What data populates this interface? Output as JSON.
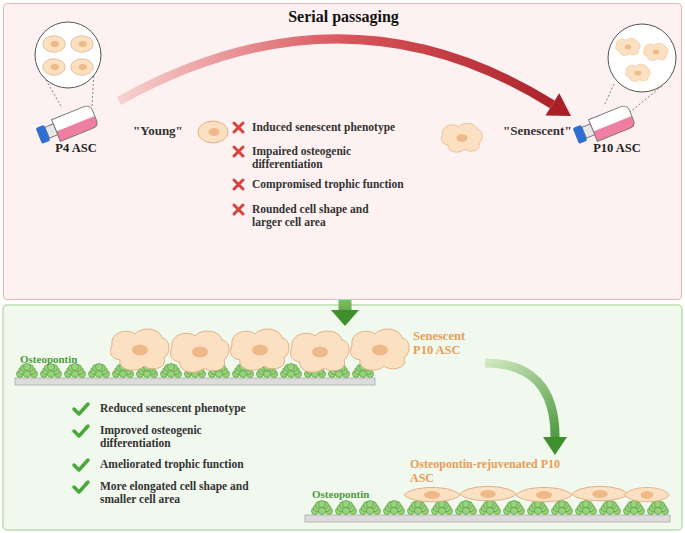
{
  "diagram": {
    "nodes": [
      {
        "text": [
          "Serial passaging"
        ]
      },
      {
        "text": [
          "P4 ASC"
        ],
        "in": 0
      },
      {
        "text": [
          "P10 ASC"
        ],
        "in": 0
      },
      {
        "text": [
          "Senescent P10 ASC",
          "Osteopontin"
        ]
      },
      {
        "text": [
          "Osteopontin-rejuvenated P10 ASC",
          "Osteopontin"
        ]
      }
    ],
    "edges": [
      {
        "from": 1,
        "to": 2,
        "arrow": "to"
      },
      {
        "from": 0,
        "to": 3,
        "arrow": "to"
      },
      {
        "from": 3,
        "to": 4,
        "arrow": "to"
      }
    ],
    "labels": [
      "\"Young\"",
      "Induced senescent phenotype",
      "Impaired osteogenic differentiation",
      "Compromised trophic function",
      "Rounded cell shape and larger cell area",
      "\"Senescent\"",
      "Reduced senescent phenotype",
      "Improved osteogenic differentiation",
      "Ameliorated trophic function",
      "More elongated cell shape and smaller cell area"
    ]
  }
}
